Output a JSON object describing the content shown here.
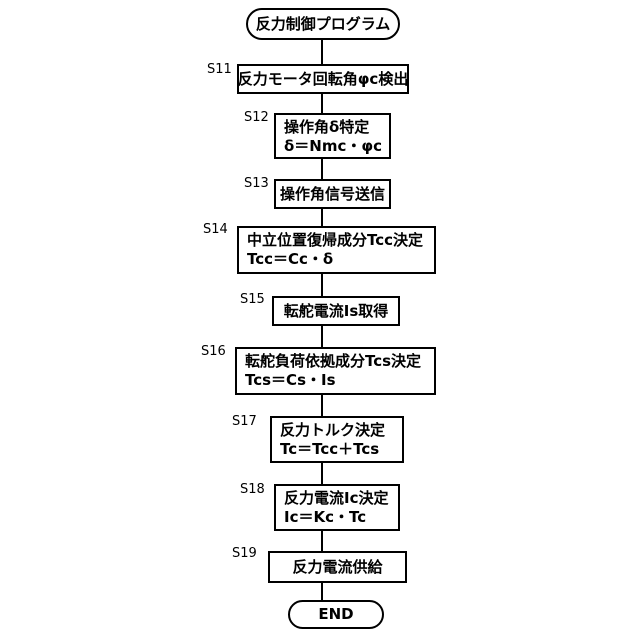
{
  "diagram": {
    "start": "反力制御プログラム",
    "end": "END",
    "steps": [
      {
        "id": "S11",
        "lines": [
          "反力モータ回転角φc検出"
        ]
      },
      {
        "id": "S12",
        "lines": [
          "操作角δ特定",
          "δ＝Nmc・φc"
        ]
      },
      {
        "id": "S13",
        "lines": [
          "操作角信号送信"
        ]
      },
      {
        "id": "S14",
        "lines": [
          "中立位置復帰成分Tcc決定",
          "Tcc＝Cc・δ"
        ]
      },
      {
        "id": "S15",
        "lines": [
          "転舵電流Is取得"
        ]
      },
      {
        "id": "S16",
        "lines": [
          "転舵負荷依拠成分Tcs決定",
          "Tcs＝Cs・Is"
        ]
      },
      {
        "id": "S17",
        "lines": [
          "反力トルク決定",
          "Tc＝Tcc＋Tcs"
        ]
      },
      {
        "id": "S18",
        "lines": [
          "反力電流Ic決定",
          "Ic＝Kc・Tc"
        ]
      },
      {
        "id": "S19",
        "lines": [
          "反力電流供給"
        ]
      }
    ]
  }
}
